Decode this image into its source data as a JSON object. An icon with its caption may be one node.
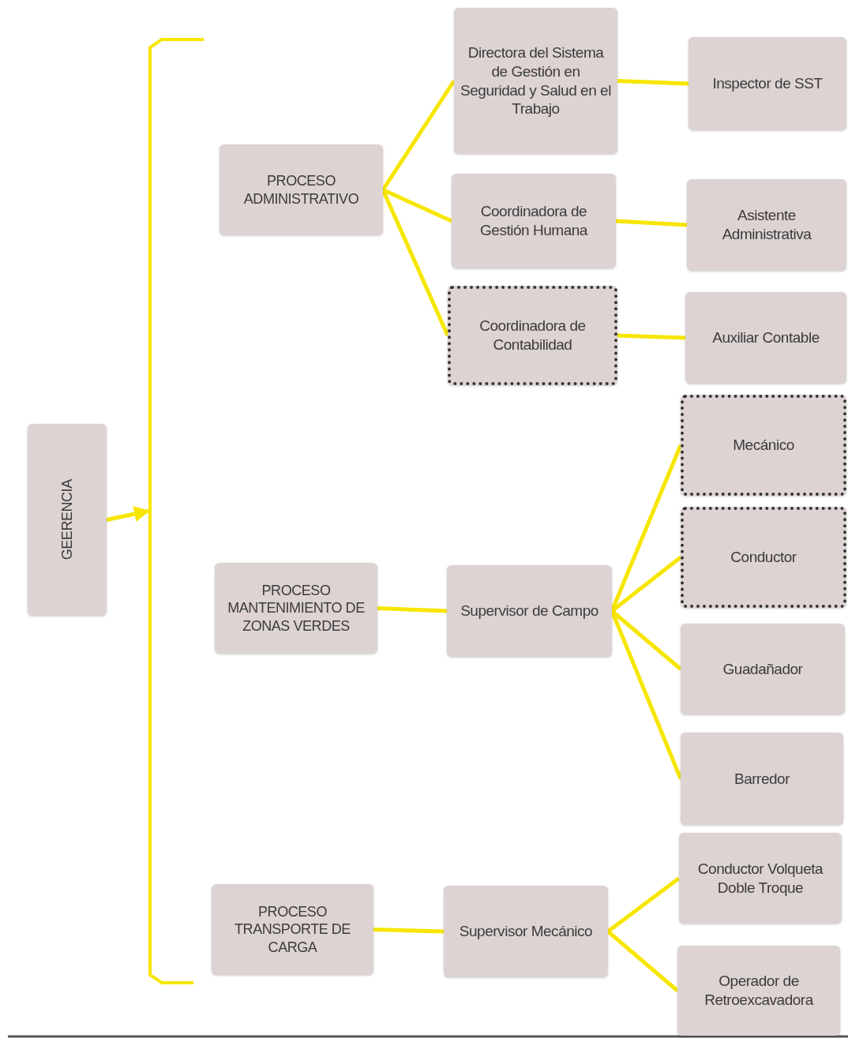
{
  "diagram": {
    "nodes": [
      {
        "text": [
          "GEERENCIA"
        ]
      },
      {
        "text": [
          "PROCESO ADMINISTRATIVO"
        ]
      },
      {
        "text": [
          "Directora del Sistema de Gestión en Seguridad y Salud en el Trabajo"
        ]
      },
      {
        "text": [
          "Inspector de SST"
        ]
      },
      {
        "text": [
          "Coordinadora de Gestión Humana"
        ]
      },
      {
        "text": [
          "Asistente Administrativa"
        ]
      },
      {
        "text": [
          "Coordinadora de Contabilidad"
        ]
      },
      {
        "text": [
          "Auxiliar Contable"
        ]
      },
      {
        "text": [
          "PROCESO MANTENIMIENTO DE ZONAS VERDES"
        ]
      },
      {
        "text": [
          "Supervisor de Campo"
        ]
      },
      {
        "text": [
          "Mecánico"
        ]
      },
      {
        "text": [
          "Conductor"
        ]
      },
      {
        "text": [
          "Guadañador"
        ]
      },
      {
        "text": [
          "Barredor"
        ]
      },
      {
        "text": [
          "PROCESO TRANSPORTE DE CARGA"
        ]
      },
      {
        "text": [
          "Supervisor Mecánico"
        ]
      },
      {
        "text": [
          "Conductor Volqueta Doble Troque"
        ]
      },
      {
        "text": [
          "Operador de Retroexcavadora"
        ]
      },
      {
        "text": [],
        "shape": "bracket"
      }
    ],
    "edges": [
      {
        "from": 0,
        "to": 18,
        "arrow": "to"
      },
      {
        "from": 1,
        "to": 2,
        "arrow": "none"
      },
      {
        "from": 1,
        "to": 4,
        "arrow": "none"
      },
      {
        "from": 1,
        "to": 6,
        "arrow": "none"
      },
      {
        "from": 2,
        "to": 3,
        "arrow": "none"
      },
      {
        "from": 4,
        "to": 5,
        "arrow": "none"
      },
      {
        "from": 6,
        "to": 7,
        "arrow": "none"
      },
      {
        "from": 8,
        "to": 9,
        "arrow": "none"
      },
      {
        "from": 9,
        "to": 10,
        "arrow": "none"
      },
      {
        "from": 9,
        "to": 11,
        "arrow": "none"
      },
      {
        "from": 9,
        "to": 12,
        "arrow": "none"
      },
      {
        "from": 9,
        "to": 13,
        "arrow": "none"
      },
      {
        "from": 14,
        "to": 15,
        "arrow": "none"
      },
      {
        "from": 15,
        "to": 16,
        "arrow": "none"
      },
      {
        "from": 15,
        "to": 17,
        "arrow": "none"
      }
    ]
  }
}
